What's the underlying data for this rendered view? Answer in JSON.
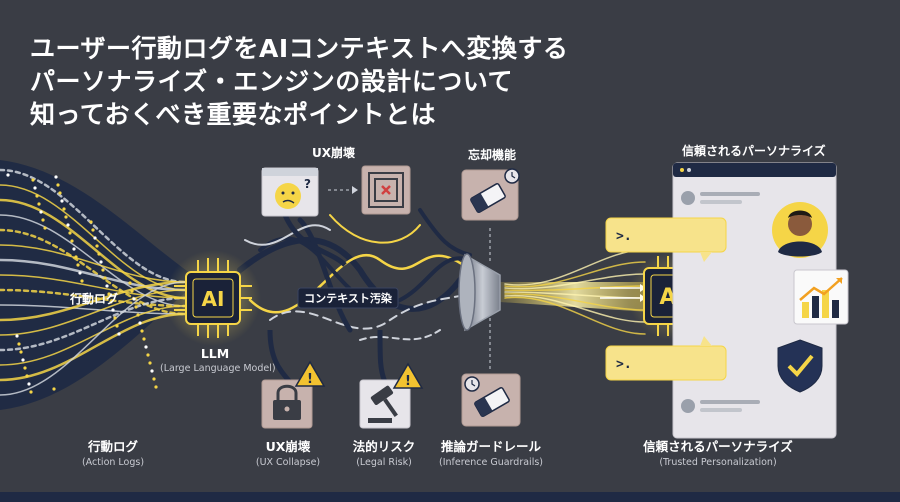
{
  "title": {
    "line1": "ユーザー行動ログをAIコンテキストへ変換する",
    "line2": "パーソナライズ・エンジンの設計について",
    "line3": "知っておくべき重要なポイントとは"
  },
  "top_labels": {
    "ux_collapse": "UX崩壊",
    "forgetting": "忘却機能",
    "trusted": "信頼されるパーソナライズ"
  },
  "left_label": "行動ログ",
  "chip_text": "AI",
  "llm": {
    "main": "LLM",
    "sub": "(Large Language Model)"
  },
  "contamination": "コンテキスト汚染",
  "bottom_labels": [
    {
      "main": "行動ログ",
      "sub": "(Action Logs)"
    },
    {
      "main": "UX崩壊",
      "sub": "(UX Collapse)"
    },
    {
      "main": "法的リスク",
      "sub": "(Legal Risk)"
    },
    {
      "main": "推論ガードレール",
      "sub": "(Inference Guardrails)"
    },
    {
      "main": "信頼されるパーソナライズ",
      "sub": "(Trusted Personalization)"
    }
  ],
  "colors": {
    "background": "#3a3d45",
    "stream_gold": "#f5d547",
    "stream_navy": "#1f2a44",
    "card": "#e8e6ea",
    "alert": "#f2c230"
  }
}
